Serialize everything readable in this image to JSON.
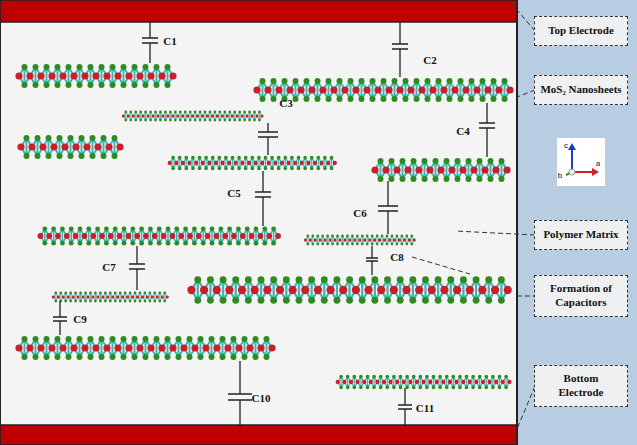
{
  "diagram": {
    "nodes": [
      {
        "text": [
          "Top Electrode"
        ]
      },
      {
        "text": [
          "MoS₂ Nanosheets"
        ]
      },
      {
        "text": [
          "Polymer Matrix"
        ]
      },
      {
        "text": [
          "Formation of Capacitors"
        ]
      },
      {
        "text": [
          "Bottom Electrode"
        ]
      }
    ],
    "labels": [
      "C1",
      "C2",
      "C3",
      "C4",
      "C5",
      "C6",
      "C7",
      "C8",
      "C9",
      "C10",
      "C11",
      "c",
      "b",
      "a"
    ]
  }
}
